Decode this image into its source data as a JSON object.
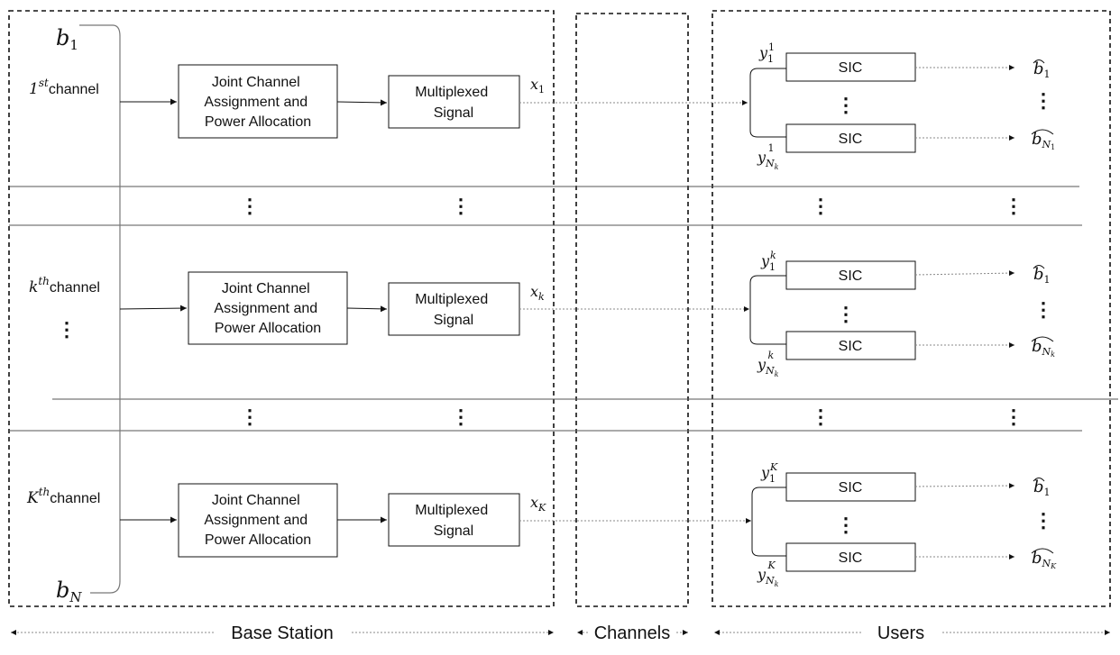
{
  "diagram": {
    "regions": {
      "base_station": "Base Station",
      "channels": "Channels",
      "users": "Users"
    },
    "brace": {
      "top_label": "b",
      "top_sub": "1",
      "bottom_label": "b",
      "bottom_sub": "N"
    },
    "rows": [
      {
        "channel_sup_label": "1",
        "channel_sup": "st",
        "channel_word": "channel",
        "block1": [
          "Joint Channel",
          "Assignment and",
          "Power Allocation"
        ],
        "block2": [
          "Multiplexed",
          "Signal"
        ],
        "signal_var": "x",
        "signal_sub": "1",
        "sic_top": "SIC",
        "sic_bottom": "SIC",
        "y_top_base": "y",
        "y_top_sub": "1",
        "y_top_sup": "1",
        "y_bot_base": "y",
        "y_bot_sub": "N",
        "y_bot_subsub": "k",
        "y_bot_sup": "1",
        "out_top_base": "b",
        "out_top_sub": "1",
        "out_bot_base": "b",
        "out_bot_sub": "N",
        "out_bot_subsub": "1"
      },
      {
        "channel_sup_label": "k",
        "channel_sup": "th",
        "channel_word": "channel",
        "block1": [
          "Joint Channel",
          "Assignment and",
          "Power Allocation"
        ],
        "block2": [
          "Multiplexed",
          "Signal"
        ],
        "signal_var": "x",
        "signal_sub": "k",
        "sic_top": "SIC",
        "sic_bottom": "SIC",
        "y_top_base": "y",
        "y_top_sub": "1",
        "y_top_sup": "k",
        "y_bot_base": "y",
        "y_bot_sub": "N",
        "y_bot_subsub": "k",
        "y_bot_sup": "k",
        "out_top_base": "b",
        "out_top_sub": "1",
        "out_bot_base": "b",
        "out_bot_sub": "N",
        "out_bot_subsub": "k"
      },
      {
        "channel_sup_label": "K",
        "channel_sup": "th",
        "channel_word": "channel",
        "block1": [
          "Joint Channel",
          "Assignment and",
          "Power Allocation"
        ],
        "block2": [
          "Multiplexed",
          "Signal"
        ],
        "signal_var": "x",
        "signal_sub": "K",
        "sic_top": "SIC",
        "sic_bottom": "SIC",
        "y_top_base": "y",
        "y_top_sub": "1",
        "y_top_sup": "K",
        "y_bot_base": "y",
        "y_bot_sub": "N",
        "y_bot_subsub": "k",
        "y_bot_sup": "K",
        "out_top_base": "b",
        "out_top_sub": "1",
        "out_bot_base": "b",
        "out_bot_sub": "N",
        "out_bot_subsub": "K"
      }
    ],
    "ellipsis": "⋮"
  }
}
